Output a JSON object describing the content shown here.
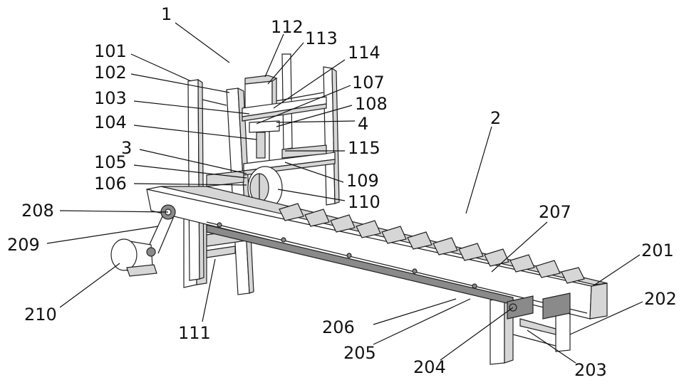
{
  "figure": {
    "labels": [
      {
        "id": "1",
        "text": "1"
      },
      {
        "id": "2",
        "text": "2"
      },
      {
        "id": "3",
        "text": "3"
      },
      {
        "id": "4",
        "text": "4"
      },
      {
        "id": "101",
        "text": "101"
      },
      {
        "id": "102",
        "text": "102"
      },
      {
        "id": "103",
        "text": "103"
      },
      {
        "id": "104",
        "text": "104"
      },
      {
        "id": "105",
        "text": "105"
      },
      {
        "id": "106",
        "text": "106"
      },
      {
        "id": "107",
        "text": "107"
      },
      {
        "id": "108",
        "text": "108"
      },
      {
        "id": "109",
        "text": "109"
      },
      {
        "id": "110",
        "text": "110"
      },
      {
        "id": "111",
        "text": "111"
      },
      {
        "id": "112",
        "text": "112"
      },
      {
        "id": "113",
        "text": "113"
      },
      {
        "id": "114",
        "text": "114"
      },
      {
        "id": "115",
        "text": "115"
      },
      {
        "id": "201",
        "text": "201"
      },
      {
        "id": "202",
        "text": "202"
      },
      {
        "id": "203",
        "text": "203"
      },
      {
        "id": "204",
        "text": "204"
      },
      {
        "id": "205",
        "text": "205"
      },
      {
        "id": "206",
        "text": "206"
      },
      {
        "id": "207",
        "text": "207"
      },
      {
        "id": "208",
        "text": "208"
      },
      {
        "id": "209",
        "text": "209"
      },
      {
        "id": "210",
        "text": "210"
      }
    ]
  }
}
